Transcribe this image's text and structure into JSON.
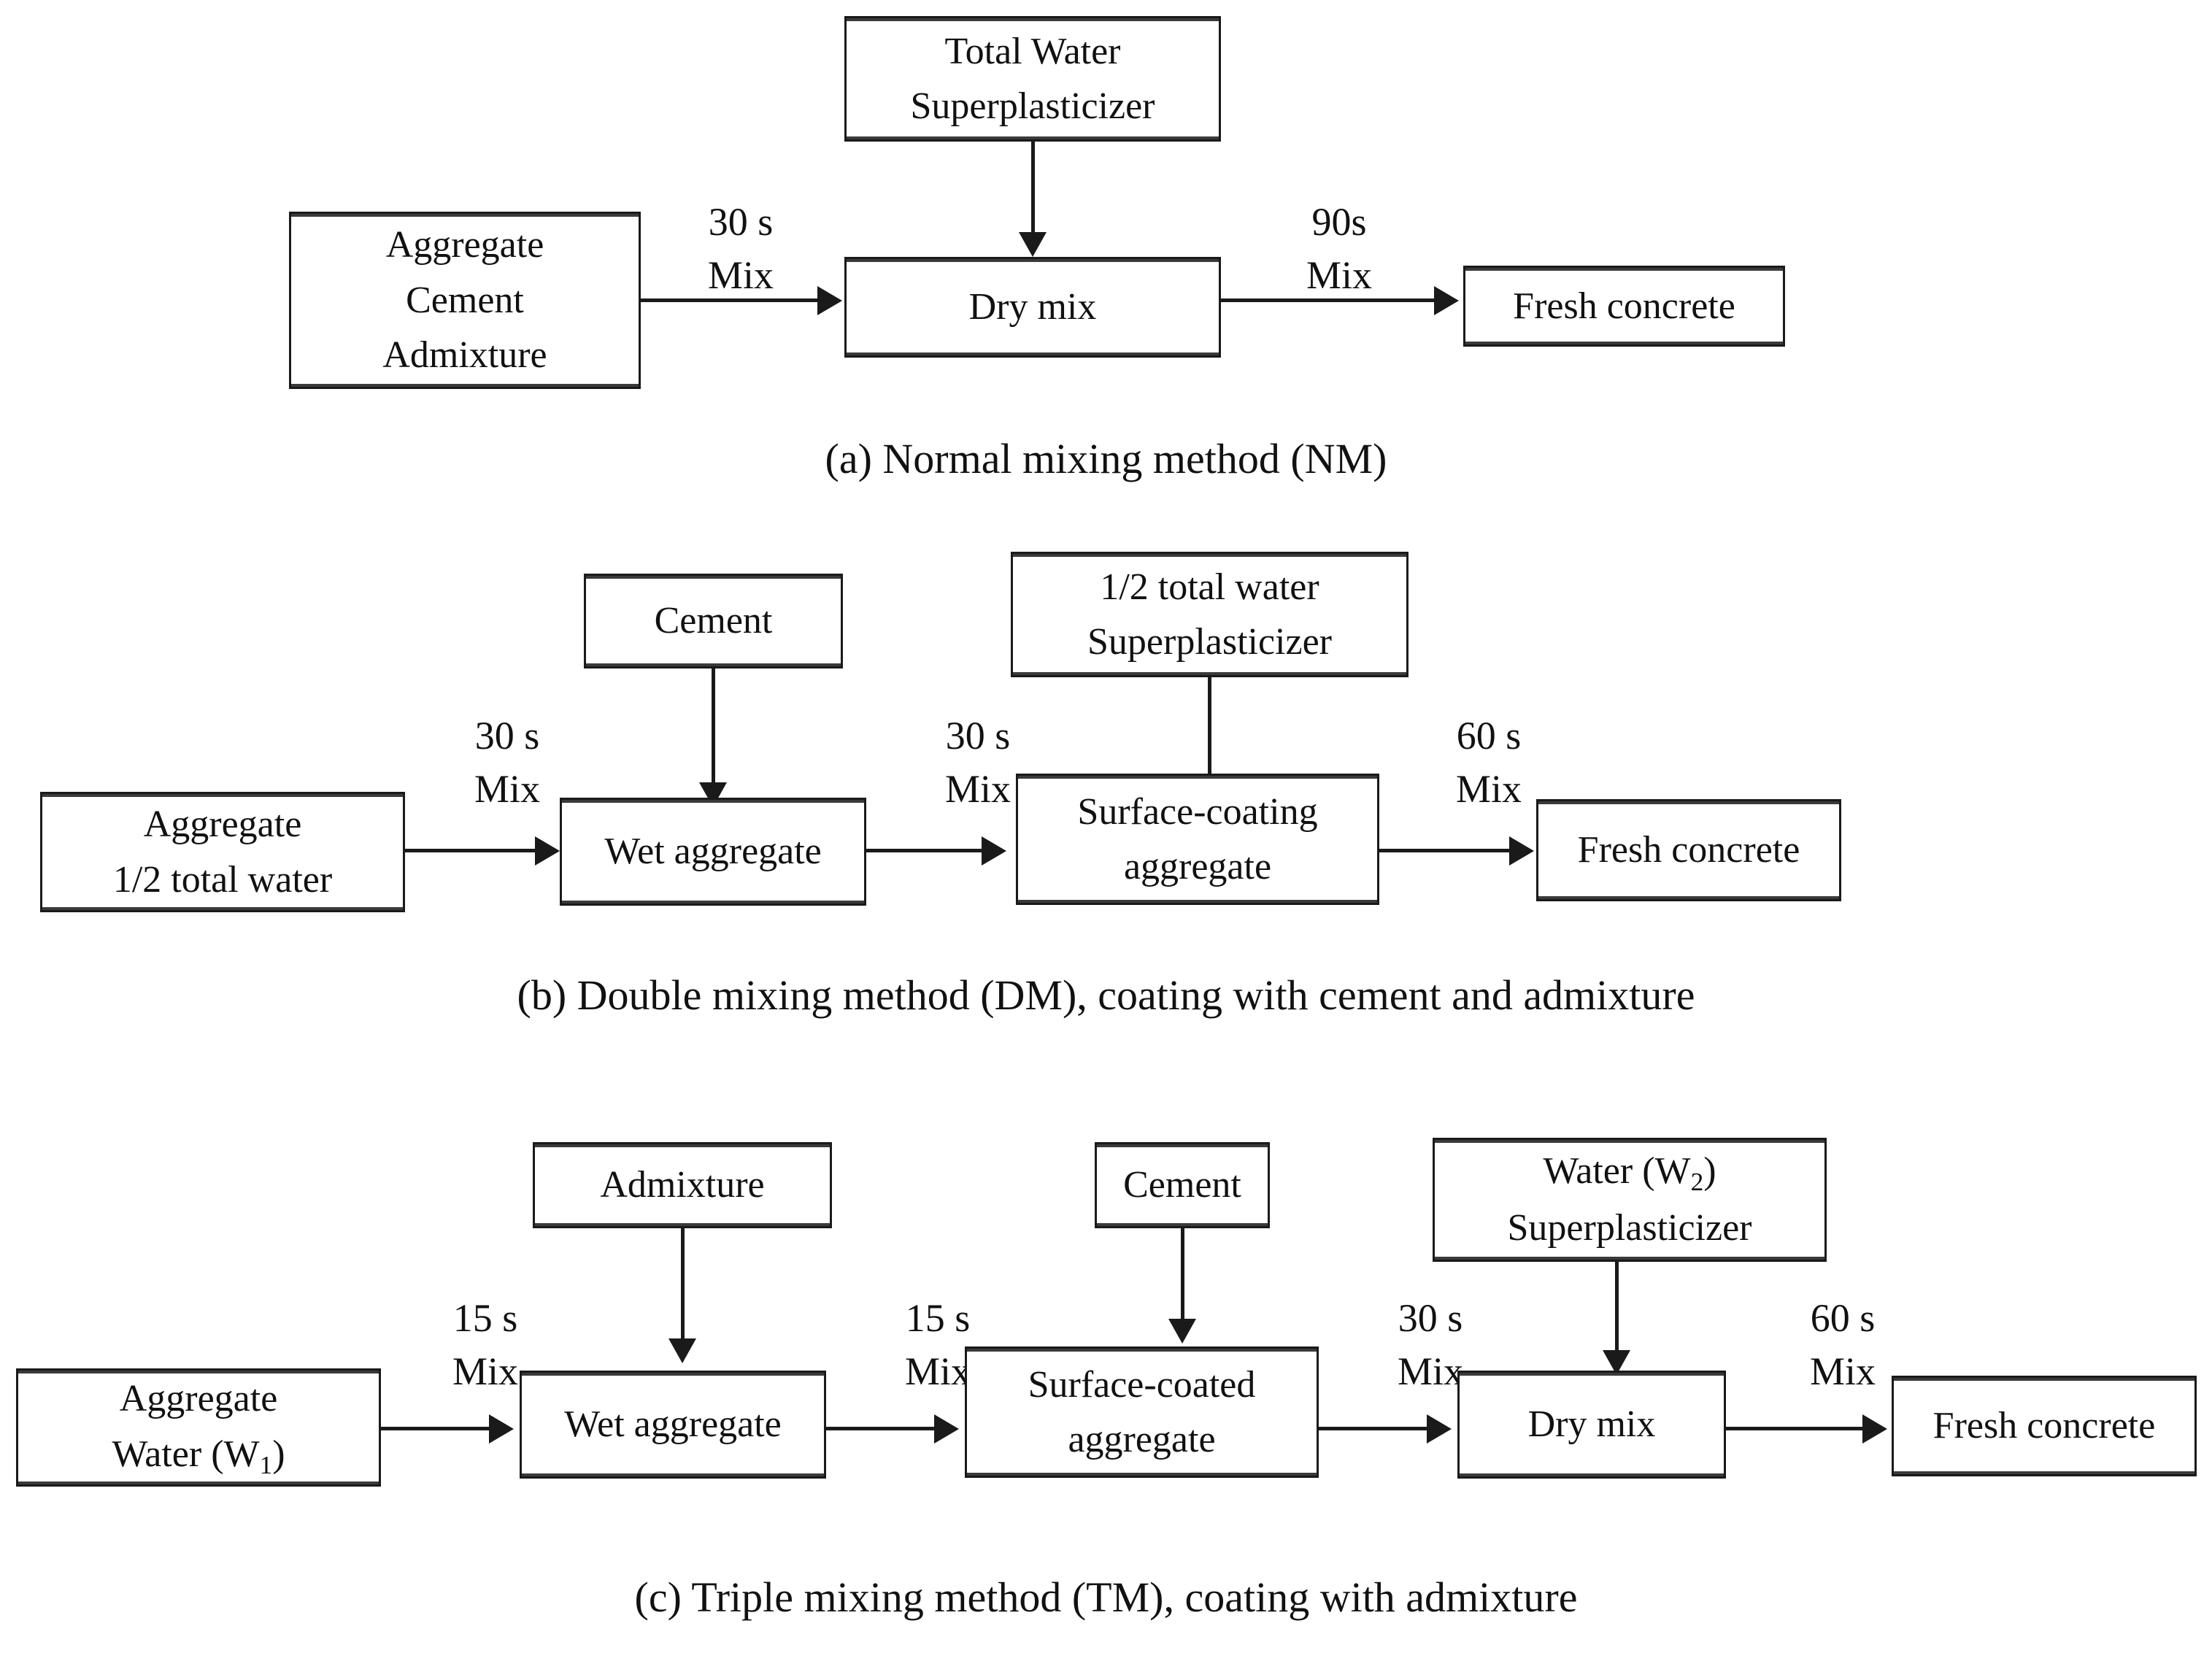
{
  "figure": {
    "title_semantic": "Concrete mixing method flowcharts",
    "line_color": "#1a1a1a",
    "box_fill": "#ffffff",
    "text_color": "#111111"
  },
  "panels": [
    {
      "id": "a",
      "caption": "(a) Normal mixing method (NM)",
      "boxes": {
        "source": {
          "lines": [
            "Aggregate",
            "Cement",
            "Admixture"
          ]
        },
        "additive_top": {
          "lines": [
            "Total Water",
            "Superplasticizer"
          ]
        },
        "stage1": {
          "lines": [
            "Dry mix"
          ]
        },
        "product": {
          "lines": [
            "Fresh concrete"
          ]
        }
      },
      "edges": {
        "e1": {
          "time": "30 s",
          "action": "Mix"
        },
        "e2": {
          "time": "90s",
          "action": "Mix"
        }
      }
    },
    {
      "id": "b",
      "caption": "(b) Double mixing method (DM), coating with cement and admixture",
      "boxes": {
        "source": {
          "lines": [
            "Aggregate",
            "1/2 total water"
          ]
        },
        "additive_1": {
          "lines": [
            "Cement"
          ]
        },
        "additive_2": {
          "lines": [
            "1/2 total water",
            "Superplasticizer"
          ]
        },
        "stage1": {
          "lines": [
            "Wet aggregate"
          ]
        },
        "stage2": {
          "lines": [
            "Surface-coating",
            "aggregate"
          ]
        },
        "product": {
          "lines": [
            "Fresh concrete"
          ]
        }
      },
      "edges": {
        "e1": {
          "time": "30 s",
          "action": "Mix"
        },
        "e2": {
          "time": "30 s",
          "action": "Mix"
        },
        "e3": {
          "time": "60 s",
          "action": "Mix"
        }
      }
    },
    {
      "id": "c",
      "caption": "(c) Triple mixing method (TM), coating with admixture",
      "boxes": {
        "source": {
          "line1": "Aggregate",
          "line2_pre": "Water (W",
          "line2_sub": "1",
          "line2_post": ")"
        },
        "additive_1": {
          "lines": [
            "Admixture"
          ]
        },
        "additive_2": {
          "lines": [
            "Cement"
          ]
        },
        "additive_3": {
          "line1_pre": "Water (W",
          "line1_sub": "2",
          "line1_post": ")",
          "line2": "Superplasticizer"
        },
        "stage1": {
          "lines": [
            "Wet aggregate"
          ]
        },
        "stage2": {
          "lines": [
            "Surface-coated",
            "aggregate"
          ]
        },
        "stage3": {
          "lines": [
            "Dry mix"
          ]
        },
        "product": {
          "lines": [
            "Fresh concrete"
          ]
        }
      },
      "edges": {
        "e1": {
          "time": "15 s",
          "action": "Mix"
        },
        "e2": {
          "time": "15 s",
          "action": "Mix"
        },
        "e3": {
          "time": "30 s",
          "action": "Mix"
        },
        "e4": {
          "time": "60 s",
          "action": "Mix"
        }
      }
    }
  ]
}
